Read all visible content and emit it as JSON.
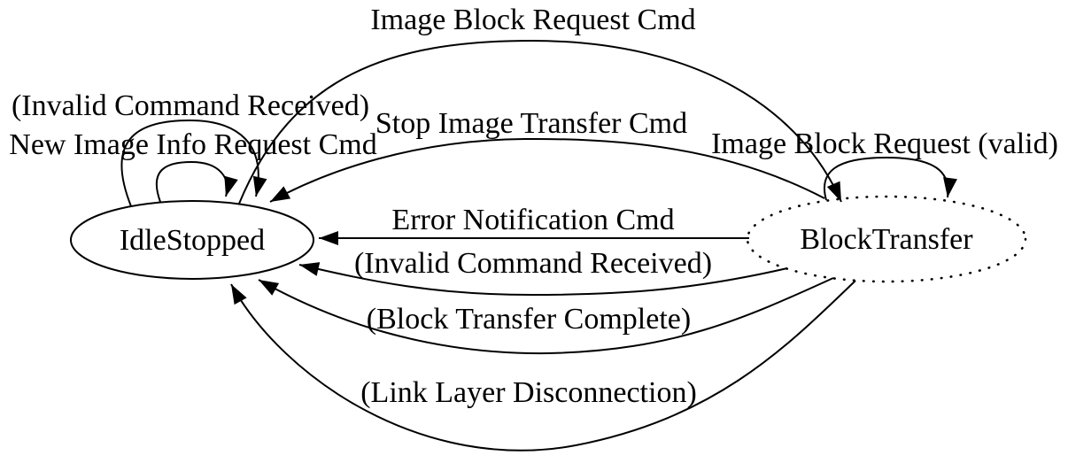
{
  "diagram": {
    "type": "state-machine",
    "colors": {
      "stroke": "#000000",
      "background": "#ffffff"
    },
    "nodes": [
      {
        "id": "IdleStopped",
        "label": "IdleStopped",
        "border": "solid"
      },
      {
        "id": "BlockTransfer",
        "label": "BlockTransfer",
        "border": "dotted"
      }
    ],
    "edges": [
      {
        "from": "IdleStopped",
        "to": "BlockTransfer",
        "label": "Image Block Request Cmd"
      },
      {
        "from": "IdleStopped",
        "to": "IdleStopped",
        "label": "(Invalid Command Received)"
      },
      {
        "from": "IdleStopped",
        "to": "IdleStopped",
        "label": "New Image Info Request Cmd"
      },
      {
        "from": "BlockTransfer",
        "to": "IdleStopped",
        "label": "Stop Image Transfer Cmd"
      },
      {
        "from": "BlockTransfer",
        "to": "BlockTransfer",
        "label": "Image Block Request (valid)"
      },
      {
        "from": "BlockTransfer",
        "to": "IdleStopped",
        "label": "Error Notification Cmd"
      },
      {
        "from": "BlockTransfer",
        "to": "IdleStopped",
        "label": "(Invalid Command Received)"
      },
      {
        "from": "BlockTransfer",
        "to": "IdleStopped",
        "label": "(Block Transfer Complete)"
      },
      {
        "from": "BlockTransfer",
        "to": "IdleStopped",
        "label": "(Link Layer Disconnection)"
      }
    ]
  }
}
